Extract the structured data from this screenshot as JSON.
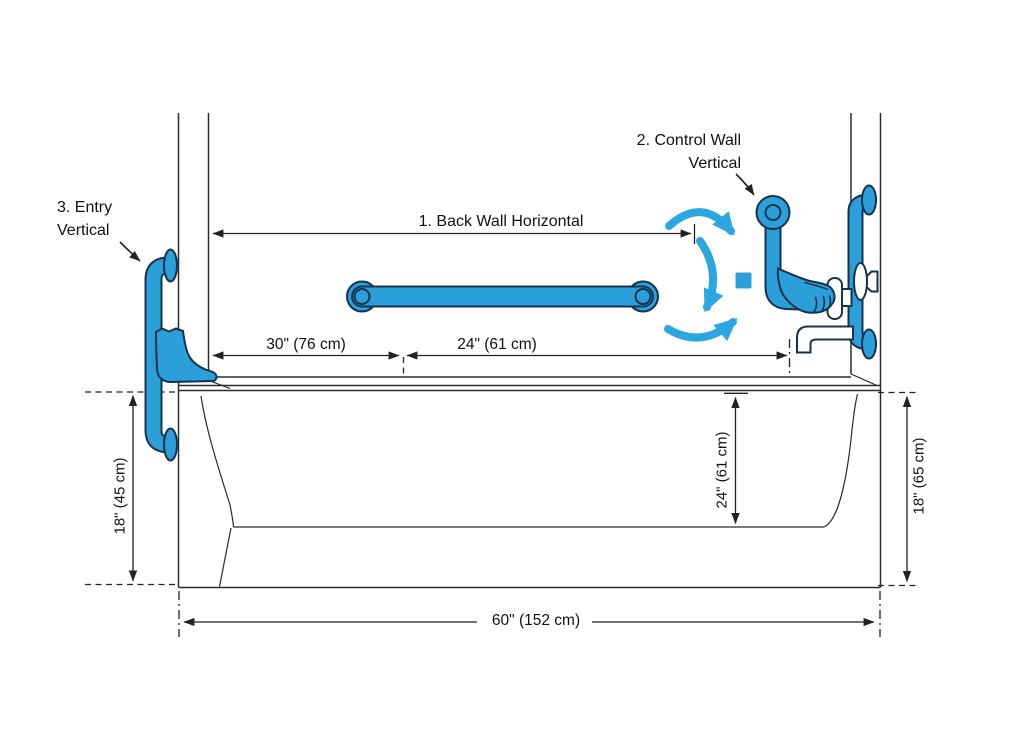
{
  "labels": {
    "back_wall": "1. Back Wall Horizontal",
    "control_wall_line1": "2. Control Wall",
    "control_wall_line2": "Vertical",
    "entry_line1": "3. Entry",
    "entry_line2": "Vertical"
  },
  "dimensions": {
    "back_wall_left_span": "30\" (76 cm)",
    "back_wall_right_span": "24\" (61 cm)",
    "entry_bar_height": "18\" (45 cm)",
    "tub_interior_depth": "24\" (61 cm)",
    "control_bar_height": "18\" (65 cm)",
    "tub_length": "60\" (152 cm)"
  },
  "colors": {
    "accent_blue": "#2B9FD9",
    "arrow_blue": "#2CA6E0",
    "outline_navy": "#17324C",
    "line_dark": "#2B2B2B",
    "background": "#FFFFFF"
  },
  "icons": {
    "rotation_arrows": "rotation-arrows-icon",
    "foot": "foot-icon",
    "hand": "hand-icon",
    "faucet": "faucet-spout-icon"
  }
}
